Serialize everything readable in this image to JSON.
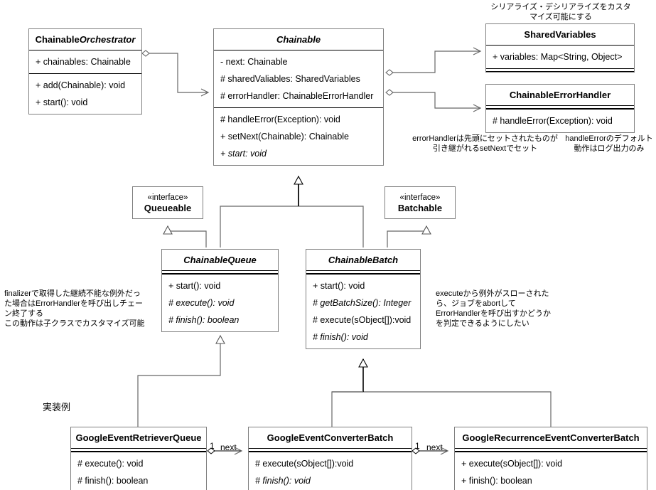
{
  "diagram": {
    "title_label": "実装例",
    "classes": {
      "orchestrator": {
        "name_part1": "Chainable",
        "name_part2": "Orchestrator",
        "attributes": [
          "+ chainables: Chainable"
        ],
        "methods": [
          "+ add(Chainable): void",
          "+ start(): void"
        ]
      },
      "chainable": {
        "name": "Chainable",
        "attributes": [
          "- next: Chainable",
          "# sharedValiables: SharedVariables",
          "# errorHandler: ChainableErrorHandler"
        ],
        "methods": [
          "# handleError(Exception): void",
          "+ setNext(Chainable): Chainable",
          "+ start: void"
        ]
      },
      "shared_variables": {
        "name": "SharedVariables",
        "attributes": [
          "+ variables: Map<String, Object>"
        ],
        "methods": []
      },
      "chainable_error_handler": {
        "name": "ChainableErrorHandler",
        "attributes": [],
        "methods": [
          "# handleError(Exception): void"
        ]
      },
      "queueable": {
        "stereotype": "«interface»",
        "name": "Queueable"
      },
      "batchable": {
        "stereotype": "«interface»",
        "name": "Batchable"
      },
      "chainable_queue": {
        "name": "ChainableQueue",
        "methods": [
          "+ start(): void",
          "# execute(): void",
          "# finish(): boolean"
        ]
      },
      "chainable_batch": {
        "name": "ChainableBatch",
        "methods": [
          "+ start(): void",
          "# getBatchSize(): Integer",
          "# execute(sObject[]):void",
          "# finish(): void"
        ]
      },
      "google_event_retriever_queue": {
        "name": "GoogleEventRetrieverQueue",
        "methods": [
          "# execute(): void",
          "# finish(): boolean"
        ]
      },
      "google_event_converter_batch": {
        "name": "GoogleEventConverterBatch",
        "methods": [
          "# execute(sObject[]):void",
          "# finish(): void"
        ]
      },
      "google_recurrence_event_converter_batch": {
        "name": "GoogleRecurrenceEventConverterBatch",
        "methods": [
          "+ execute(sObject[]): void",
          "+ finish(): boolean"
        ]
      }
    },
    "notes": {
      "shared_variables_note": "シリアライズ・デシリアライズをカスタ\nマイズ可能にする",
      "error_handler_note": "errorHandlerは先頭にセットされたものが\n引き継がれるsetNextでセット",
      "handle_error_note": "handleErrorのデフォルト\n動作はログ出力のみ",
      "queue_note": "finalizerで取得した継続不能な例外だっ\nた場合はErrorHandlerを呼び出しチェー\nン終了する\nこの動作は子クラスでカスタマイズ可能",
      "batch_note": "executeから例外がスローされた\nら、ジョブをabortして\nErrorHandlerを呼び出すかどうか\nを判定できるようにしたい"
    },
    "edge_labels": {
      "next_1": "next",
      "next_2": "next",
      "mult_1": "1",
      "mult_2": "1"
    },
    "colors": {
      "box_border": "#7f7f7f",
      "line": "#000000",
      "connector": "#666666",
      "background": "#ffffff"
    }
  }
}
